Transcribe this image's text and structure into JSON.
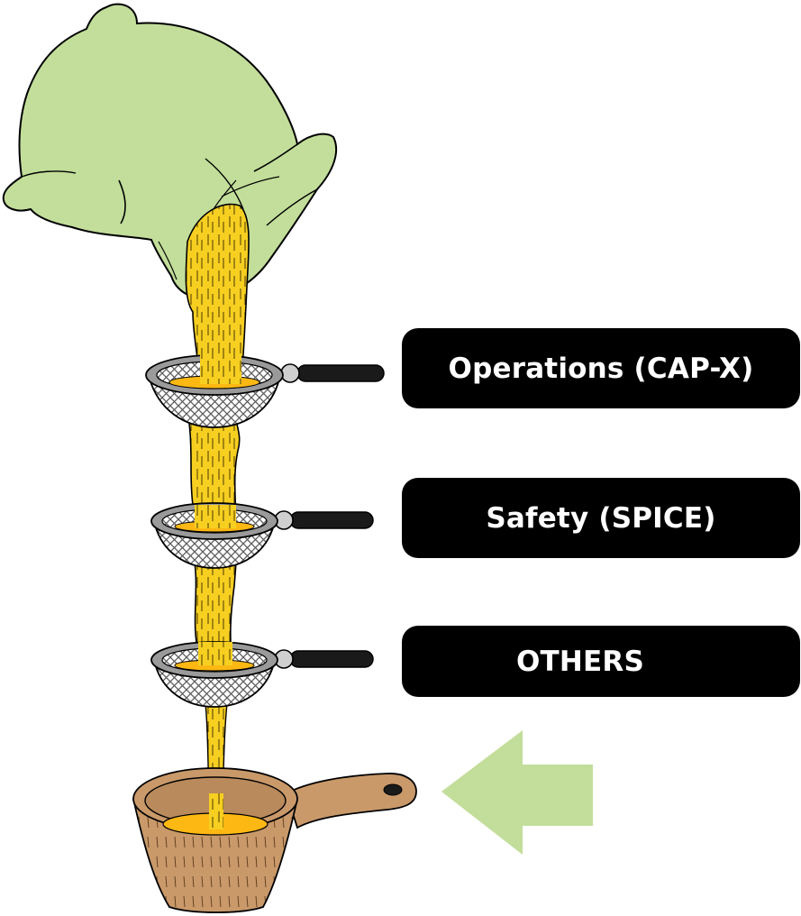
{
  "filters": [
    {
      "label": "Operations (CAP-X)"
    },
    {
      "label": "Safety (SPICE)"
    },
    {
      "label": "OTHERS"
    }
  ],
  "colors": {
    "sack": "#c2de9a",
    "liquid": "#f6cf21",
    "liquid_pool": "#fdb813",
    "sieve_rim": "#9a9a9a",
    "sieve_mesh": "#6c6c6c",
    "cup": "#c9996a",
    "cup_inner": "#b98a5c",
    "arrow": "#c2de9a",
    "pill": "#000000",
    "pill_text": "#ffffff"
  },
  "icons": [
    "sack-icon",
    "sieve-icon",
    "measuring-cup-icon",
    "arrow-left-icon"
  ]
}
